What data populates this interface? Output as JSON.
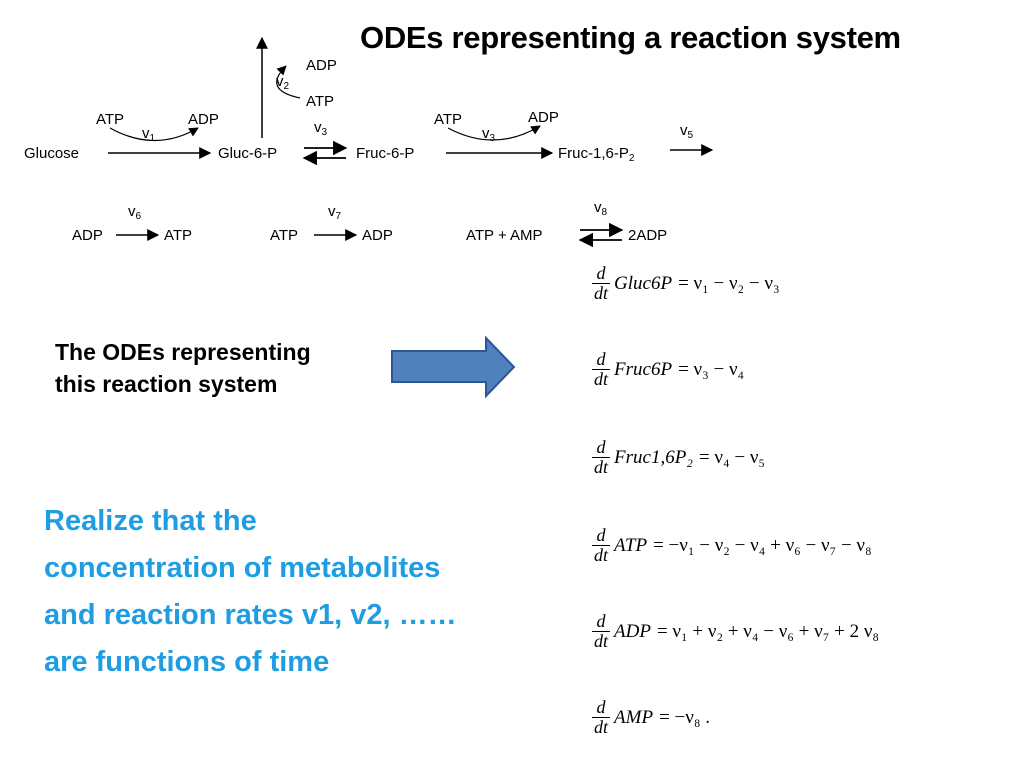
{
  "title": "ODEs representing a reaction system",
  "pathway": {
    "glucose": "Glucose",
    "gluc6p": "Gluc-6-P",
    "fruc6p": "Fruc-6-P",
    "fruc16p2": "Fruc-1,6-P",
    "fruc16p2_sub": "2",
    "atp": "ATP",
    "adp": "ADP",
    "atp_amp": "ATP + AMP",
    "two_adp": "2ADP",
    "v_letter": "v",
    "v1": "1",
    "v2": "2",
    "v3": "3",
    "v5": "5",
    "v6": "6",
    "v7": "7",
    "v8": "8"
  },
  "sublabel": {
    "line1": "The ODEs representing",
    "line2": "this reaction system"
  },
  "note": {
    "line1": "Realize  that the",
    "line2": "concentration of metabolites",
    "line3": "and reaction rates v1, v2, ……",
    "line4": "are functions of time"
  },
  "equations": {
    "d": "d",
    "dt": "dt",
    "eq1": {
      "lhs": "Gluc6P",
      "rhs": "= ν₁ − ν₂ − ν₃"
    },
    "eq2": {
      "lhs": "Fruc6P",
      "rhs": "= ν₃ − ν₄"
    },
    "eq3": {
      "lhs": "Fruc1,6P₂",
      "rhs": "= ν₄ − ν₅"
    },
    "eq4": {
      "lhs": "ATP",
      "rhs": "= −ν₁ − ν₂ − ν₄ + ν₆ − ν₇ − ν₈"
    },
    "eq5": {
      "lhs": "ADP",
      "rhs": "= ν₁ + ν₂ + ν₄ − ν₆ + ν₇ + 2 ν₈"
    },
    "eq6": {
      "lhs": "AMP",
      "rhs": "= −ν₈ ."
    }
  },
  "colors": {
    "note": "#1e9de3",
    "arrow_fill": "#4f81bd",
    "arrow_stroke": "#2f5597"
  }
}
